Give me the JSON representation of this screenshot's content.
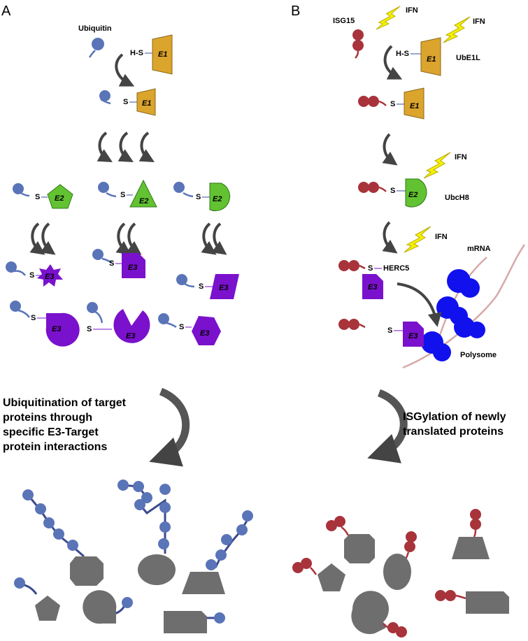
{
  "panel_a": {
    "letter": "A",
    "ubiquitin_label": "Ubiquitin",
    "hs_label": "H-S",
    "s_label": "S",
    "e1": "E1",
    "e2": "E2",
    "e3": "E3",
    "caption_lines": [
      "Ubiquitination of target",
      "proteins through",
      "specific E3-Target",
      "protein interactions"
    ]
  },
  "panel_b": {
    "letter": "B",
    "isg15_label": "ISG15",
    "ifn": "IFN",
    "hs_label": "H-S",
    "s_label": "S",
    "ube1l": "UbE1L",
    "ubch8": "UbcH8",
    "herc5": "HERC5",
    "mrna": "mRNA",
    "polysome": "Polysome",
    "e1": "E1",
    "e2": "E2",
    "e3": "E3",
    "caption_lines": [
      "ISGylation of newly",
      "translated proteins"
    ]
  },
  "colors": {
    "ubiquitin": "#5a74b8",
    "isg15": "#a8333a",
    "e1": "#dba42d",
    "e2": "#62c232",
    "e3": "#7a11cc",
    "ribosome": "#1111ee",
    "target": "#6e6e6e",
    "bolt": "#f4f200"
  }
}
